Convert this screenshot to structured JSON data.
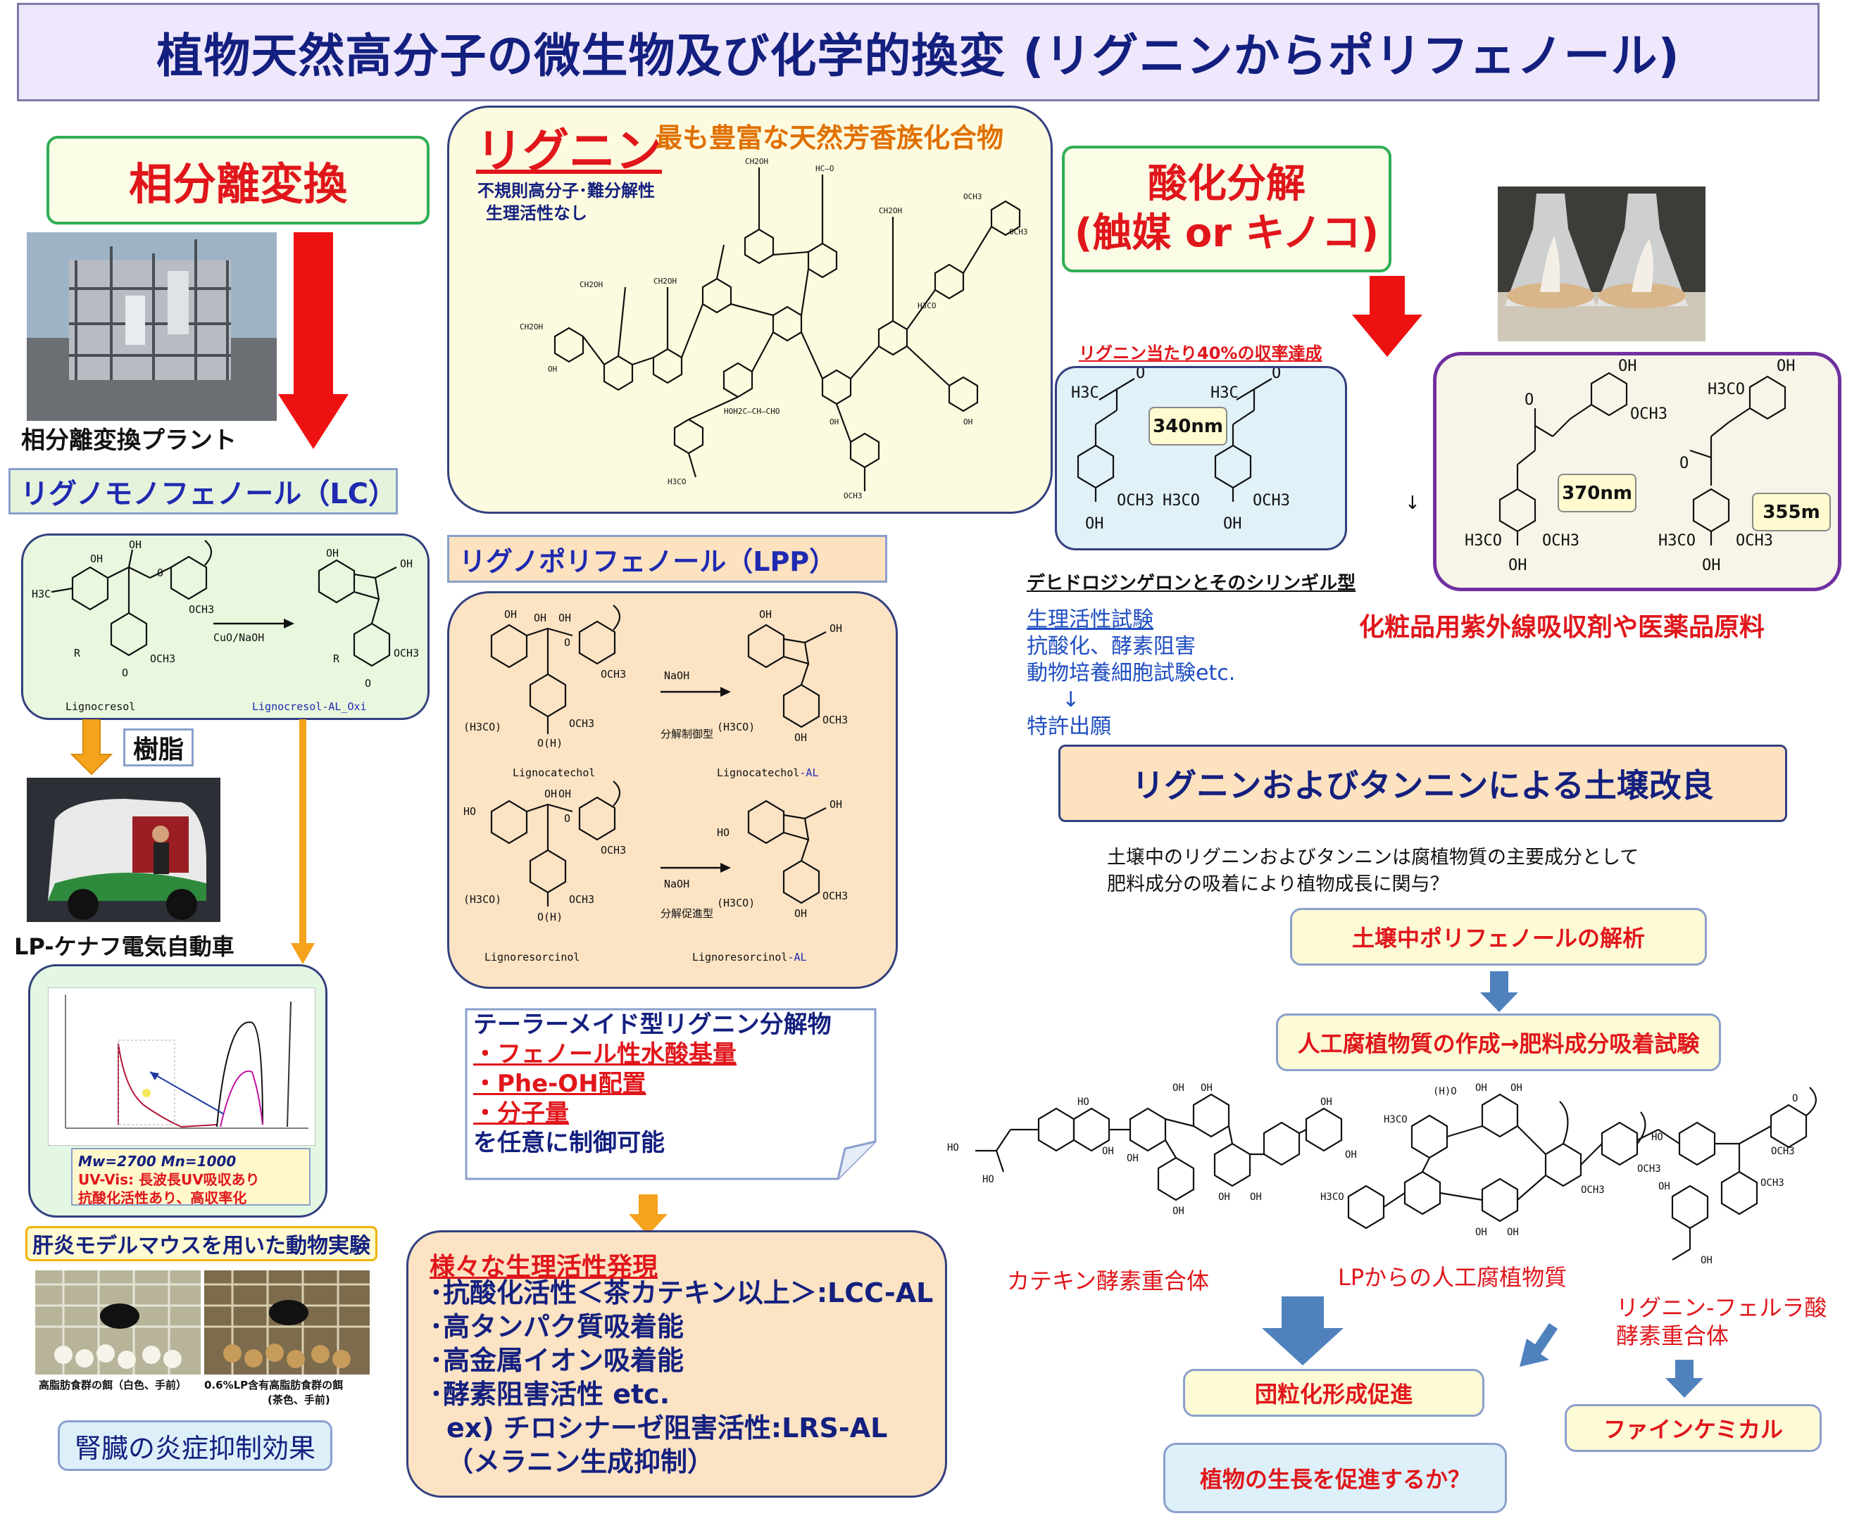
{
  "title": "植物天然高分子の微生物及び化学的換変 (リグニンからポリフェノール)",
  "left": {
    "phase_box": "相分離変換",
    "plant_caption": "相分離変換プラント",
    "lc_label": "リグノモノフェノール（LC）",
    "lc_scheme": {
      "reagent": "CuO/NaOH",
      "left_name": "Lignocresol",
      "right_name": "Lignocresol-AL_Oxi"
    },
    "resin": "樹脂",
    "car_caption": "LP-ケナフ電気自動車",
    "uv_note_1": "Mw=2700  Mn=1000",
    "uv_note_2": "UV-Vis: 長波長UV吸収あり",
    "uv_note_3": "抗酸化活性あり、高収率化",
    "mouse_label": "肝炎モデルマウスを用いた動物実験",
    "mouse_cap_1": "高脂肪食群の餌（白色、手前）",
    "mouse_cap_2": "0.6%LP含有高脂肪食群の餌",
    "mouse_cap_3": "(茶色、手前)",
    "kidney": "腎臓の炎症抑制効果"
  },
  "center": {
    "lignin_title": "リグニン",
    "lignin_subtitle": "最も豊富な天然芳香族化合物",
    "lignin_note_1": "不規則高分子･難分解性",
    "lignin_note_2": "生理活性なし",
    "lpp_label": "リグノポリフェノール（LPP）",
    "lpp_scheme": {
      "reagent": "NaOH",
      "type1": "分解制御型",
      "type2": "分解促進型",
      "name1": "Lignocatechol",
      "name1b": "Lignocatechol",
      "suffix": "-AL",
      "name2": "Lignoresorcinol",
      "name2b": "Lignoresorcinol"
    },
    "tailor_1": "テーラーメイド型リグニン分解物",
    "tailor_2": "・フェノール性水酸基量",
    "tailor_3": "・Phe-OH配置",
    "tailor_4": "・分子量",
    "tailor_5": "を任意に制御可能",
    "bio_title": "様々な生理活性発現",
    "bio_1": "･抗酸化活性＜茶カテキン以上＞:LCC-AL",
    "bio_2": "･高タンパク質吸着能",
    "bio_3": "･高金属イオン吸着能",
    "bio_4": "･酵素阻害活性  etc.",
    "bio_5": "ex) チロシナーゼ阻害活性:LRS-AL",
    "bio_6": "（メラニン生成抑制）"
  },
  "right": {
    "oxid_1": "酸化分解",
    "oxid_2": "(触媒 or キノコ)",
    "yield_note": "リグニン当たり40%の収率達成",
    "nm_340": "340nm",
    "nm_370": "370nm",
    "nm_355": "355m",
    "dehydro_label": "デヒドロジンゲロンとそのシリンギル型",
    "test_1": "生理活性試験",
    "test_2": "抗酸化、酵素阻害",
    "test_3": "動物培養細胞試験etc.",
    "test_4": "↓",
    "test_5": "特許出願",
    "uv_app": "化粧品用紫外線吸収剤や医薬品原料",
    "small_arrow": "↓",
    "soil_title": "リグニンおよびタンニンによる土壌改良",
    "soil_q_1": "土壌中のリグニンおよびタンニンは腐植物質の主要成分として",
    "soil_q_2": "肥料成分の吸着により植物成長に関与？",
    "step_1": "土壌中ポリフェノールの解析",
    "step_2": "人工腐植物質の作成→肥料成分吸着試験",
    "poly_1": "カテキン酵素重合体",
    "poly_2": "LPからの人工腐植物質",
    "poly_3a": "リグニン-フェルラ酸",
    "poly_3b": "酵素重合体",
    "out_1": "団粒化形成促進",
    "out_2": "植物の生長を促進するか？",
    "out_3": "ファインケミカル"
  },
  "colors": {
    "title_bg": "#efe7fb",
    "title_text": "#14207f",
    "accent_red": "#e0161b",
    "arrow_red": "#ee1111",
    "arrow_orange": "#f5a21c",
    "arrow_blue": "#4f81bd",
    "purple": "#7030a0"
  }
}
